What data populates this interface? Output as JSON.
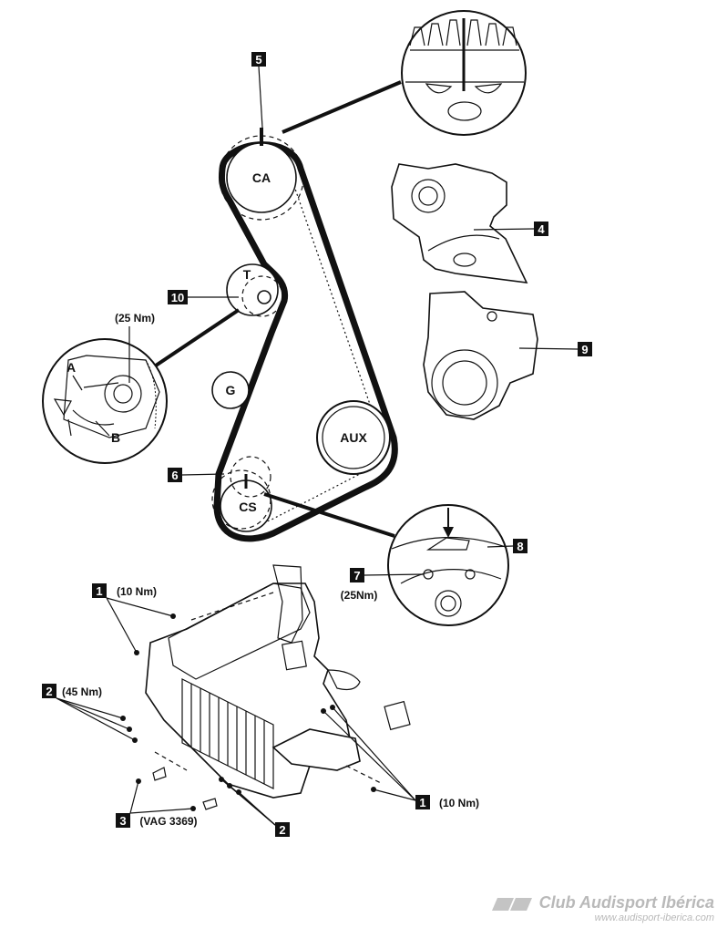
{
  "pulleys": {
    "camshaft": "CA",
    "tensioner": "T",
    "idler": "G",
    "auxiliary": "AUX",
    "crankshaft": "CS"
  },
  "tensioner_detail": {
    "torque": "(25 Nm)",
    "label_a": "A",
    "label_b": "B"
  },
  "callouts": {
    "c1_top": "1",
    "c1_top_torque": "(10 Nm)",
    "c2_left": "2",
    "c2_left_torque": "(45 Nm)",
    "c3": "3",
    "c3_tool": "(VAG 3369)",
    "c2_bottom": "2",
    "c1_right": "1",
    "c1_right_torque": "(10 Nm)",
    "c4": "4",
    "c5": "5",
    "c6": "6",
    "c7": "7",
    "c7_torque": "(25Nm)",
    "c8": "8",
    "c9": "9",
    "c10": "10"
  },
  "watermark": {
    "title": "Club Audisport Ibérica",
    "url": "www.audisport-iberica.com"
  }
}
